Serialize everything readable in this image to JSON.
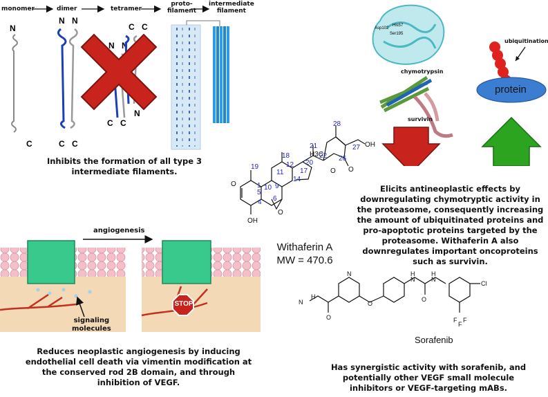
{
  "filament": {
    "stages": [
      "monomer",
      "dimer",
      "tetramer",
      "proto-\nfilament",
      "intermediate\nfilament"
    ],
    "caption": "Inhibits the formation of all type 3 intermediate filaments."
  },
  "proteasome": {
    "label_chymotrypsin": "chymotrypsin",
    "label_survivin": "survivin",
    "label_ubiquitination": "ubiquitination",
    "label_protein": "protein",
    "residues": [
      "Asp102",
      "His57",
      "Ser195"
    ],
    "caption": "Elicits antineoplastic effects by downregulating chymotryptic activity in the proteasome, consequently increasing the amount of ubiquitinated proteins and pro-apoptotic proteins targeted by the proteasome. Withaferin A also downregulates important oncoproteins such as survivin."
  },
  "molecule": {
    "name": "Withaferin A",
    "mw": "MW = 470.6",
    "numbers": [
      "1",
      "4",
      "5",
      "6",
      "9",
      "10",
      "11",
      "12",
      "14",
      "17",
      "18",
      "19",
      "20",
      "21",
      "22",
      "26",
      "27",
      "28"
    ],
    "atoms": [
      "O",
      "OH",
      "O",
      "O",
      "OH",
      "CH3"
    ]
  },
  "angiogenesis": {
    "arrow_label": "angiogenesis",
    "stop": "STOP",
    "signal_label": "signaling\nmolecules",
    "caption": "Reduces neoplastic angiogenesis by inducing endothelial cell death via vimentin modification at the conserved rod 2B domain, and through inhibition of VEGF."
  },
  "sorafenib": {
    "name": "Sorafenib",
    "caption": "Has synergistic activity with sorafenib, and potentially other VEGF small molecule inhibitors or VEGF-targeting mABs."
  },
  "colors": {
    "blue": "#1a3fb8",
    "cyan": "#2e9be6",
    "red": "#c8231c",
    "green": "#2da41f"
  }
}
